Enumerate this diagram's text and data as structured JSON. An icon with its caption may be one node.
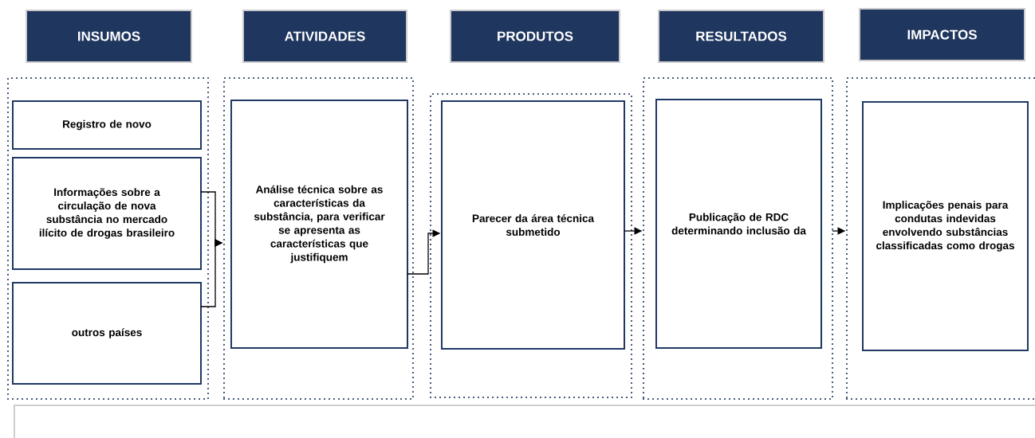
{
  "diagram": {
    "nodes": [
      {
        "text": [
          "INSUMOS"
        ]
      },
      {
        "text": [],
        "shape": "box"
      },
      {
        "text": [
          "Registro de novo"
        ],
        "in": 1
      },
      {
        "text": [
          "Informações sobre a circulação de nova substância no mercado ilícito de drogas brasileiro"
        ],
        "in": 1
      },
      {
        "text": [
          "outros países"
        ],
        "in": 1
      },
      {
        "text": [
          "ATIVIDADES"
        ]
      },
      {
        "text": [],
        "shape": "box"
      },
      {
        "text": [
          "Análise técnica sobre as características da substância, para verificar se apresenta as características que justifiquem"
        ],
        "in": 6
      },
      {
        "text": [
          "PRODUTOS"
        ]
      },
      {
        "text": [],
        "shape": "box"
      },
      {
        "text": [
          "Parecer da área técnica submetido"
        ],
        "in": 9
      },
      {
        "text": [
          "RESULTADOS"
        ]
      },
      {
        "text": [],
        "shape": "box"
      },
      {
        "text": [
          "Publicação de RDC determinando inclusão da"
        ],
        "in": 12
      },
      {
        "text": [
          "IMPACTOS"
        ]
      },
      {
        "text": [],
        "shape": "box"
      },
      {
        "text": [
          "Implicações penais para condutas indevidas envolvendo substâncias classificadas como drogas"
        ],
        "in": 15
      }
    ],
    "edges": [
      {
        "from": 3,
        "to": 6,
        "arrow": "to"
      },
      {
        "from": 4,
        "to": 6,
        "arrow": "to"
      },
      {
        "from": 7,
        "to": 10,
        "arrow": "to"
      },
      {
        "from": 10,
        "to": 12,
        "arrow": "to"
      },
      {
        "from": 12,
        "to": 15,
        "arrow": "to"
      }
    ]
  }
}
